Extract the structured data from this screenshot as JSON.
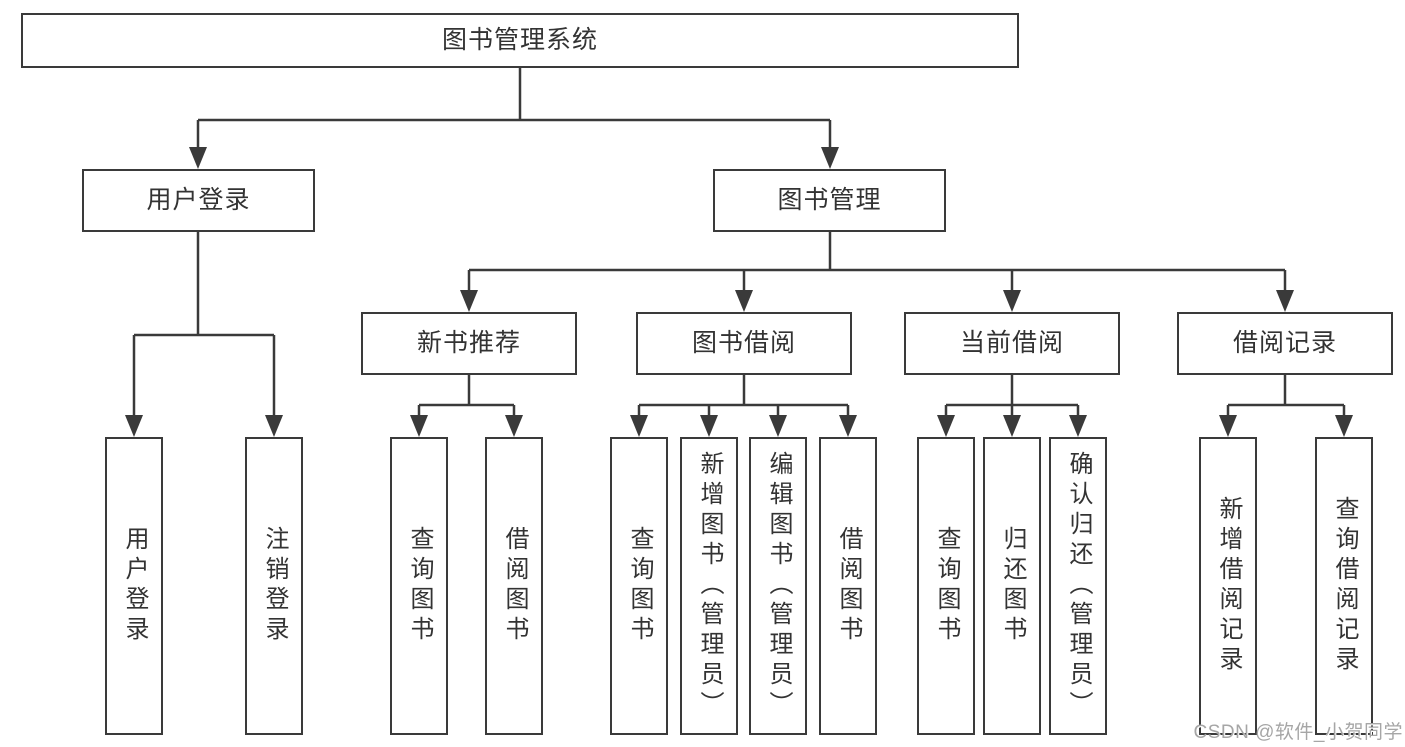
{
  "colors": {
    "line": "#3a3a3a",
    "text": "#333333",
    "background": "#ffffff",
    "watermark": "#a6a6a6"
  },
  "diagram": {
    "root": {
      "label": "图书管理系统"
    },
    "branches": [
      {
        "label": "用户登录",
        "children": [
          {
            "label": "用户登录"
          },
          {
            "label": "注销登录"
          }
        ]
      },
      {
        "label": "图书管理",
        "groups": [
          {
            "label": "新书推荐",
            "children": [
              {
                "label": "查询图书"
              },
              {
                "label": "借阅图书"
              }
            ]
          },
          {
            "label": "图书借阅",
            "children": [
              {
                "label": "查询图书"
              },
              {
                "label": "新增图书（管理员）"
              },
              {
                "label": "编辑图书（管理员）"
              },
              {
                "label": "借阅图书"
              }
            ]
          },
          {
            "label": "当前借阅",
            "children": [
              {
                "label": "查询图书"
              },
              {
                "label": "归还图书"
              },
              {
                "label": "确认归还（管理员）"
              }
            ]
          },
          {
            "label": "借阅记录",
            "children": [
              {
                "label": "新增借阅记录"
              },
              {
                "label": "查询借阅记录"
              }
            ]
          }
        ]
      }
    ]
  },
  "watermark": {
    "text": "CSDN @软件_小贺同学"
  }
}
